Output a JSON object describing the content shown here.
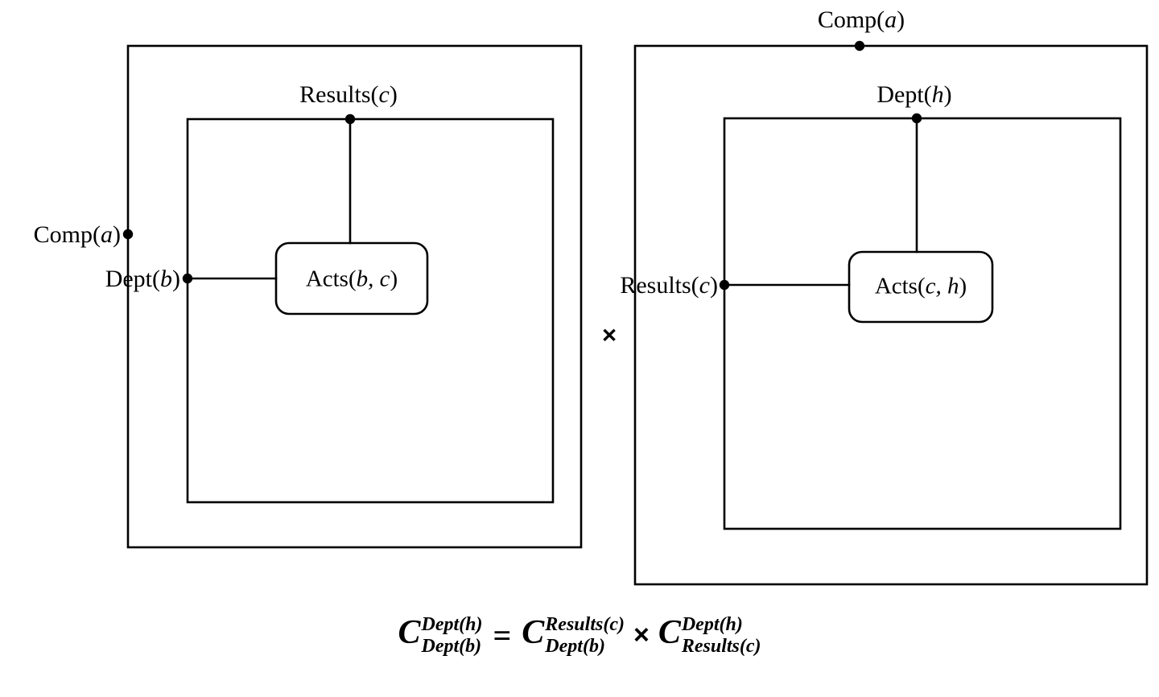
{
  "diagram": {
    "type": "relational-algebra-containment-diagram",
    "stroke_color": "#000000",
    "background_color": "#ffffff",
    "multiplication_symbol": "×",
    "left_group": {
      "name": "left-containment-diagram",
      "outer_box_label": {
        "text_prefix": "Comp(",
        "variable": "a",
        "text_suffix": ")",
        "position": "left-edge"
      },
      "inner_box_label": {
        "text_prefix": "Results(",
        "variable": "c",
        "text_suffix": ")",
        "position": "top-edge"
      },
      "inner_box_left_label": {
        "text_prefix": "Dept(",
        "variable": "b",
        "text_suffix": ")",
        "position": "left-edge"
      },
      "predicate": {
        "text_prefix": "Acts(",
        "variables": "b, c",
        "text_suffix": ")"
      }
    },
    "right_group": {
      "name": "right-containment-diagram",
      "outer_box_label": {
        "text_prefix": "Comp(",
        "variable": "a",
        "text_suffix": ")",
        "position": "top-edge"
      },
      "inner_box_label": {
        "text_prefix": "Dept(",
        "variable": "h",
        "text_suffix": ")",
        "position": "top-edge"
      },
      "inner_box_left_label": {
        "text_prefix": "Results(",
        "variable": "c",
        "text_suffix": ")",
        "position": "left-edge"
      },
      "predicate": {
        "text_prefix": "Acts(",
        "variables": "c, h",
        "text_suffix": ")"
      }
    }
  },
  "formula": {
    "name": "cardinality-composition-equation",
    "lhs": {
      "base": "C",
      "superscript": "Dept(h)",
      "subscript": "Dept(b)"
    },
    "equals": "=",
    "rhs_first": {
      "base": "C",
      "superscript": "Results(c)",
      "subscript": "Dept(b)"
    },
    "multiply": "×",
    "rhs_second": {
      "base": "C",
      "superscript": "Dept(h)",
      "subscript": "Results(c)"
    }
  }
}
